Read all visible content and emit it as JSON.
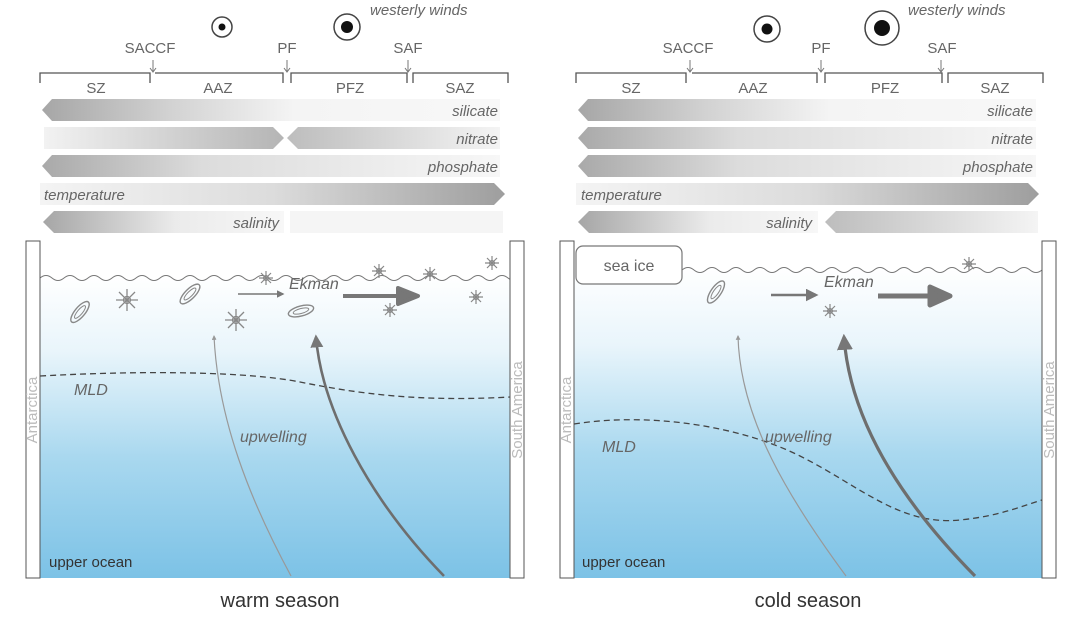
{
  "panels": [
    {
      "caption": "warm season",
      "winds_label": "westerly winds",
      "fronts": [
        "SACCF",
        "PF",
        "SAF"
      ],
      "zones": [
        "SZ",
        "AAZ",
        "PFZ",
        "SAZ"
      ],
      "bars": [
        "silicate",
        "nitrate",
        "phosphate",
        "temperature",
        "salinity"
      ],
      "ekman": "Ekman",
      "mld": "MLD",
      "upwelling": "upwelling",
      "left_wall": "Antarctica",
      "right_wall": "South America",
      "ocean": "upper ocean"
    },
    {
      "caption": "cold season",
      "winds_label": "westerly winds",
      "fronts": [
        "SACCF",
        "PF",
        "SAF"
      ],
      "zones": [
        "SZ",
        "AAZ",
        "PFZ",
        "SAZ"
      ],
      "bars": [
        "silicate",
        "nitrate",
        "phosphate",
        "temperature",
        "salinity"
      ],
      "ekman": "Ekman",
      "mld": "MLD",
      "upwelling": "upwelling",
      "left_wall": "Antarctica",
      "right_wall": "South America",
      "ocean": "upper ocean",
      "sea_ice": "sea ice"
    }
  ]
}
